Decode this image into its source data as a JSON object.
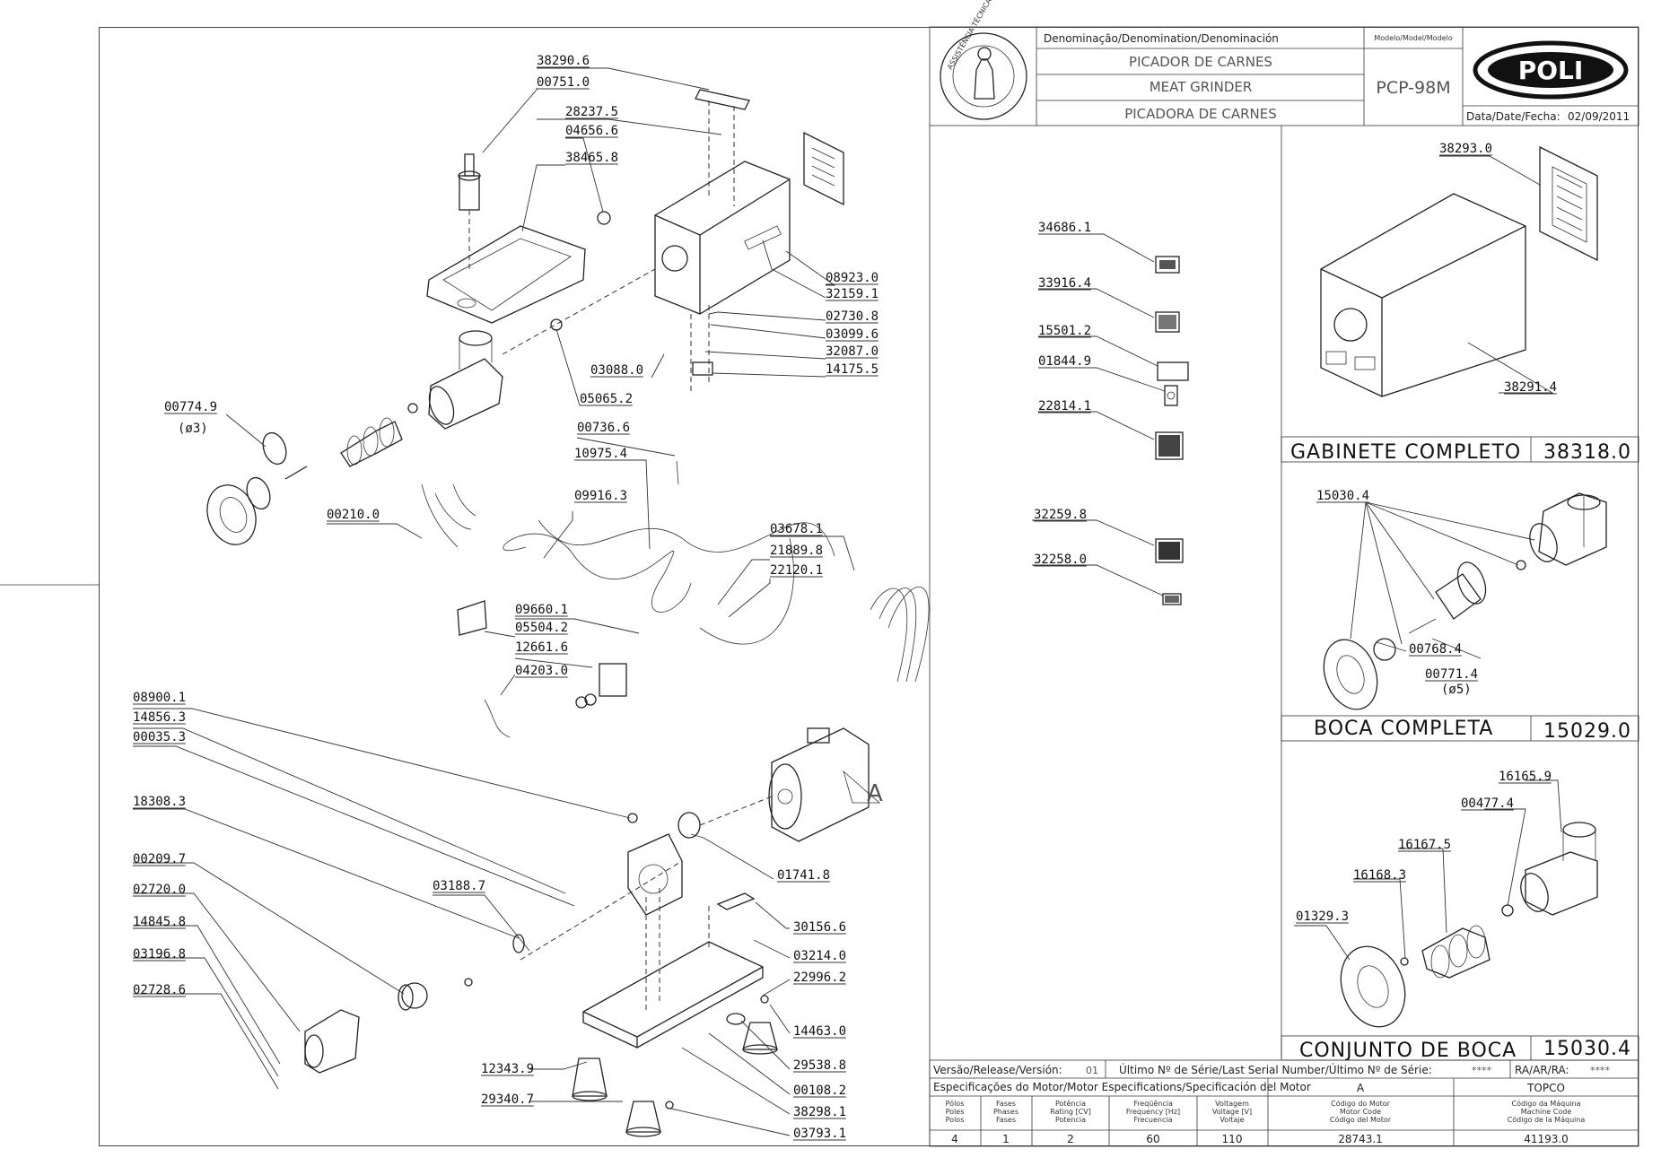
{
  "title_block": {
    "denomination_header": "Denominação/Denomination/Denominación",
    "names": [
      "PICADOR DE CARNES",
      "MEAT GRINDER",
      "PICADORA DE CARNES"
    ],
    "model_header": "Modelo/Model/Modelo",
    "model": "PCP-98M",
    "brand": "POLI",
    "date_label": "Data/Date/Fecha:",
    "date": "02/09/2011",
    "seal_text": "ASSISTÊNCIA TÉCNICA AUTORIZADA"
  },
  "kits": [
    {
      "name": "GABINETE COMPLETO",
      "code": "38318.0"
    },
    {
      "name": "BOCA COMPLETA",
      "code": "15029.0"
    },
    {
      "name": "CONJUNTO DE BOCA",
      "code": "15030.4"
    }
  ],
  "bottom_table": {
    "version_label": "Versão/Release/Versión:",
    "version": "01",
    "serial_label": "Último Nº de Série/Last Serial Number/Último Nº de Série:",
    "serial": "****",
    "ra_label": "RA/AR/RA:",
    "ra": "****",
    "motor_spec_label": "Especificações do Motor/Motor Especifications/Specificación del Motor",
    "motor_ref": "A",
    "motor_maker": "TOPCO",
    "cols": [
      "Pólos\nPoles\nPolos",
      "Fases\nPhases\nFases",
      "Potência\nRating [CV]\nPotencia",
      "Freqüência\nFrequency [Hz]\nFrecuencia",
      "Voltagem\nVoltage [V]\nVoltaje",
      "Código do Motor\nMotor Code\nCódigo del Motor",
      "Código da Máquina\nMachine Code\nCódigo de la Máquina"
    ],
    "values": [
      "4",
      "1",
      "2",
      "60",
      "110",
      "28743.1",
      "41193.0"
    ]
  },
  "part_labels": {
    "main": [
      "38290.6",
      "00751.0",
      "28237.5",
      "04656.6",
      "38465.8",
      "08923.0",
      "32159.1",
      "02730.8",
      "03099.6",
      "32087.0",
      "03088.0",
      "14175.5",
      "05065.2",
      "00774.9",
      "(ø3)",
      "00736.6",
      "10975.4",
      "09916.3",
      "00210.0",
      "03678.1",
      "21889.8",
      "22120.1",
      "09660.1",
      "05504.2",
      "12661.6",
      "04203.0",
      "08900.1",
      "14856.3",
      "00035.3",
      "18308.3",
      "00209.7",
      "02720.0",
      "14845.8",
      "03196.8",
      "02728.6",
      "03188.7",
      "01741.8",
      "30156.6",
      "03214.0",
      "22996.2",
      "14463.0",
      "29538.8",
      "00108.2",
      "38298.1",
      "03793.1",
      "12343.9",
      "29340.7"
    ],
    "motor_tag": "A",
    "labels_col": [
      "34686.1",
      "33916.4",
      "15501.2",
      "01844.9",
      "22814.1",
      "32259.8",
      "32258.0"
    ],
    "gabinete": [
      "38293.0",
      "38291.4"
    ],
    "boca": [
      "15030.4",
      "00768.4",
      "00771.4",
      "(ø5)"
    ],
    "conjunto": [
      "16165.9",
      "00477.4",
      "16167.5",
      "16168.3",
      "01329.3"
    ]
  }
}
